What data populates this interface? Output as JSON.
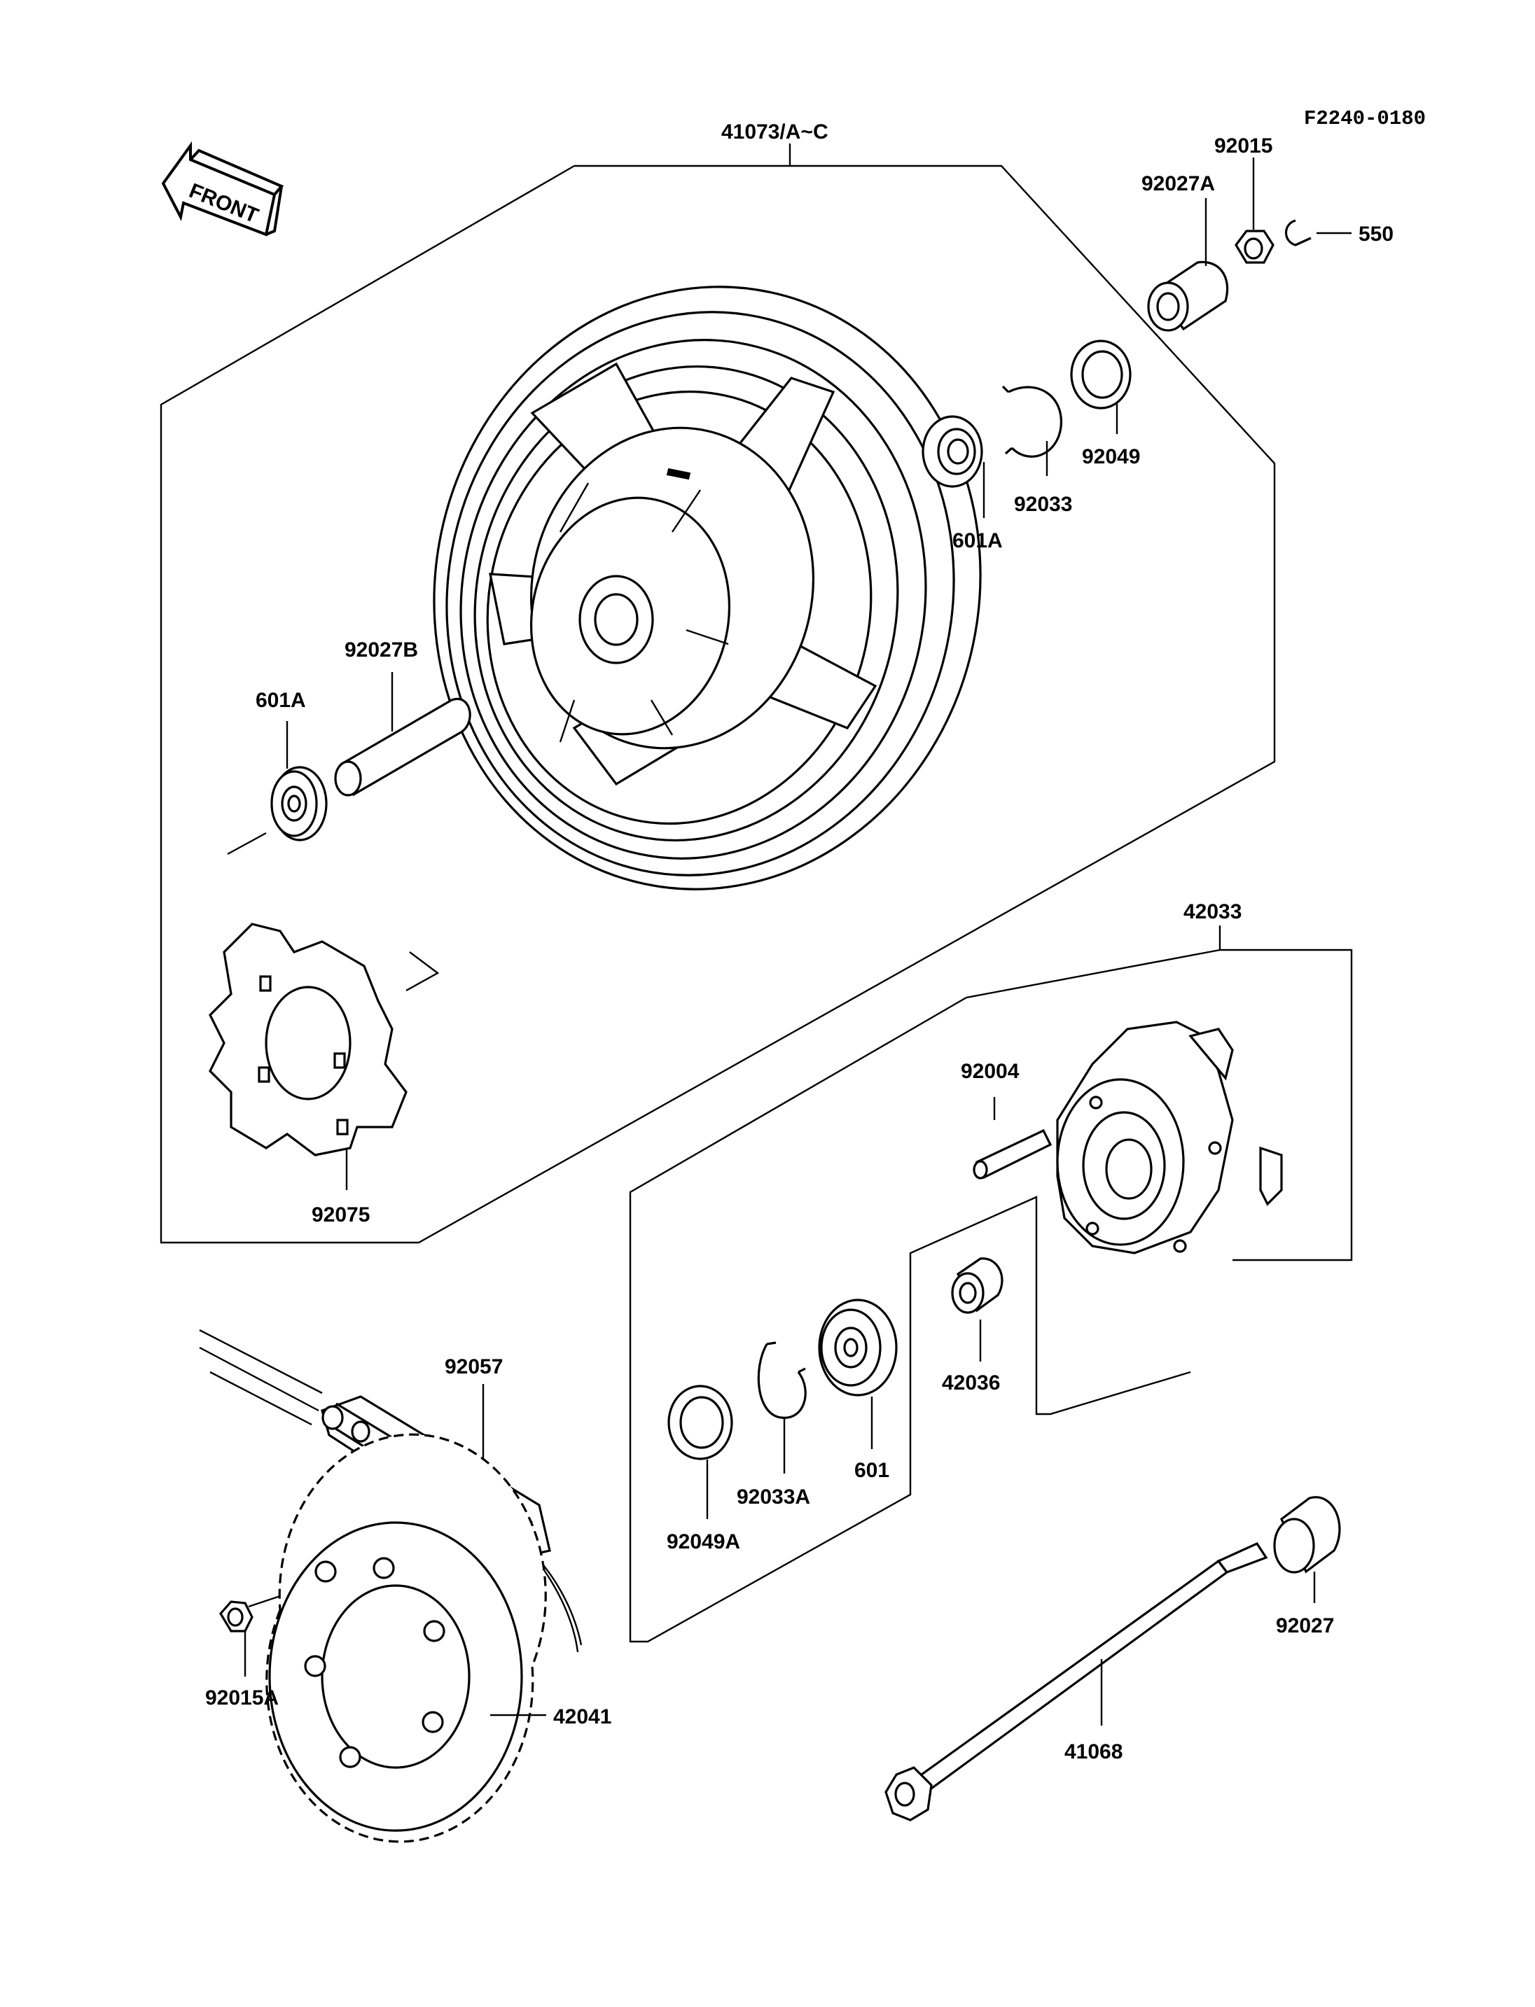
{
  "diagram_code": "F2240-0180",
  "front_arrow_text": "FRONT",
  "labels": {
    "wheel": "41073/A~C",
    "collar_a": "92027A",
    "nut": "92015",
    "cotter_pin": "550",
    "bearing_top": "601A",
    "circlip_top": "92033",
    "oil_seal_top": "92049",
    "bearing_left": "601A",
    "collar_b": "92027B",
    "damper": "92075",
    "coupling": "42033",
    "stud": "92004",
    "collar_coupling": "42036",
    "bearing_coupling": "601",
    "circlip_coupling": "92033A",
    "oil_seal_coupling": "92049A",
    "chain": "92057",
    "sprocket": "42041",
    "sprocket_nut": "92015A",
    "axle": "41068",
    "collar_axle": "92027"
  }
}
